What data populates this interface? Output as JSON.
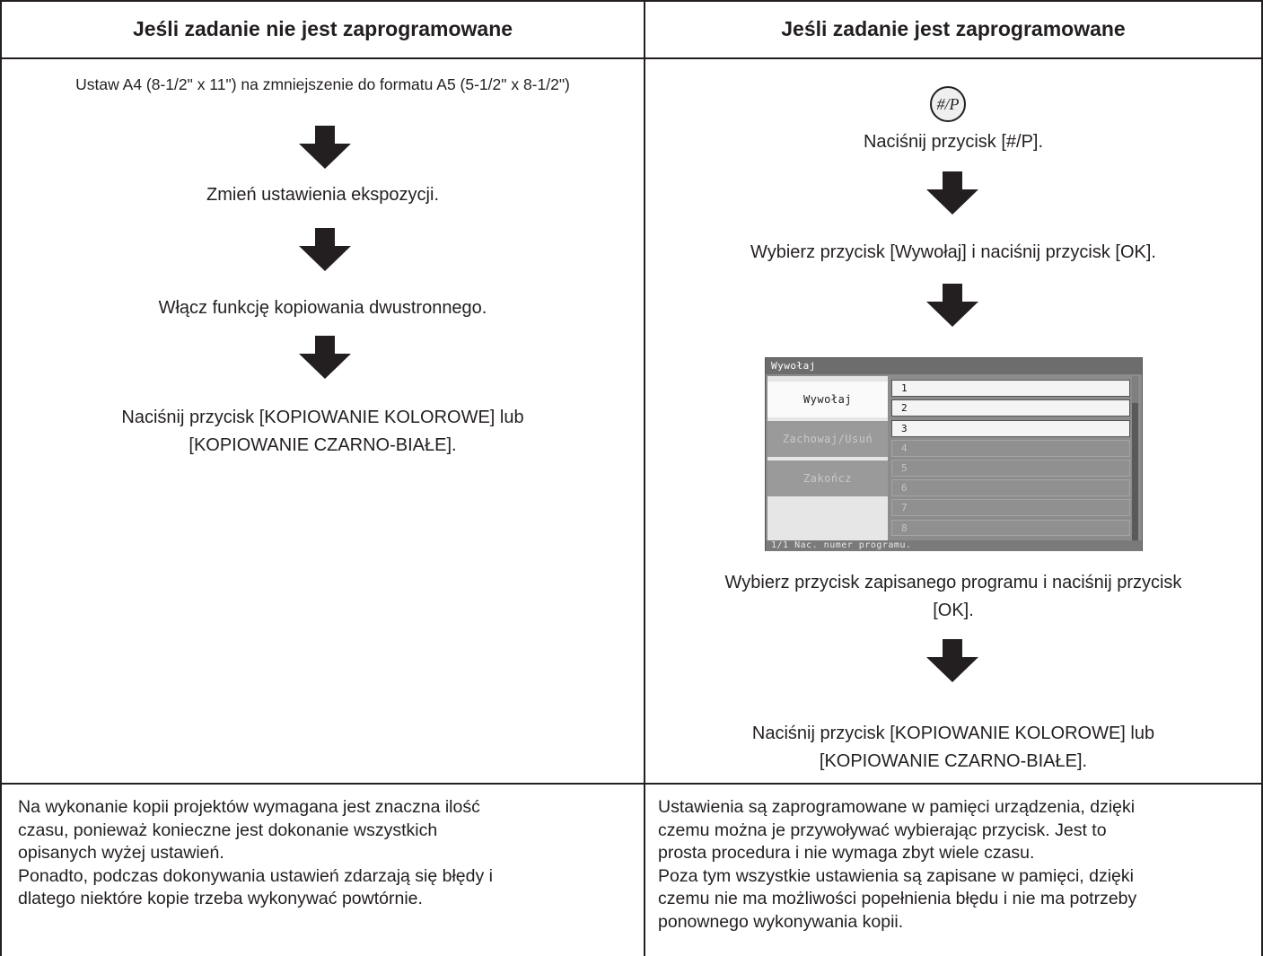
{
  "headers": {
    "left": "Jeśli zadanie nie jest zaprogramowane",
    "right": "Jeśli zadanie jest zaprogramowane"
  },
  "left_steps": {
    "s1": "Ustaw A4 (8-1/2\" x 11\") na zmniejszenie do formatu A5 (5-1/2\" x 8-1/2\")",
    "s2": "Zmień ustawienia ekspozycji.",
    "s3": "Włącz funkcję kopiowania dwustronnego.",
    "s4_line1": "Naciśnij przycisk [KOPIOWANIE KOLOROWE] lub",
    "s4_line2": "[KOPIOWANIE CZARNO-BIAŁE]."
  },
  "right_steps": {
    "key_symbol": "#/P",
    "s1": "Naciśnij przycisk [#/P].",
    "s2": "Wybierz przycisk [Wywołaj] i naciśnij przycisk [OK].",
    "s3_line1": "Wybierz przycisk zapisanego programu i naciśnij przycisk",
    "s3_line2": "[OK].",
    "s4_line1": "Naciśnij przycisk [KOPIOWANIE KOLOROWE] lub",
    "s4_line2": "[KOPIOWANIE CZARNO-BIAŁE]."
  },
  "lcd": {
    "title": "Wywołaj",
    "menu": [
      "Wywołaj",
      "Zachowaj/Usuń",
      "Zakończ"
    ],
    "items": [
      "1",
      "2",
      "3",
      "4",
      "5",
      "6",
      "7",
      "8"
    ],
    "status": "1/1   Nac. numer programu."
  },
  "notes": {
    "left": [
      "Na wykonanie kopii projektów wymagana jest znaczna ilość",
      "czasu, ponieważ konieczne jest dokonanie wszystkich",
      "opisanych wyżej ustawień.",
      "Ponadto, podczas dokonywania ustawień zdarzają się błędy i",
      "dlatego niektóre kopie trzeba wykonywać powtórnie."
    ],
    "right": [
      "Ustawienia są zaprogramowane w pamięci urządzenia, dzięki",
      "czemu można je przywoływać wybierając przycisk. Jest to",
      "prosta procedura i nie wymaga zbyt wiele czasu.",
      "Poza tym wszystkie ustawienia są zapisane w pamięci, dzięki",
      "czemu nie ma możliwości popełnienia błędu i nie ma potrzeby",
      "ponownego wykonywania kopii."
    ]
  },
  "colors": {
    "ink": "#231f20",
    "lcd_bg": "#8c8c8c"
  },
  "icons": {
    "arrow": "down-arrow-icon",
    "key": "program-key-icon"
  }
}
